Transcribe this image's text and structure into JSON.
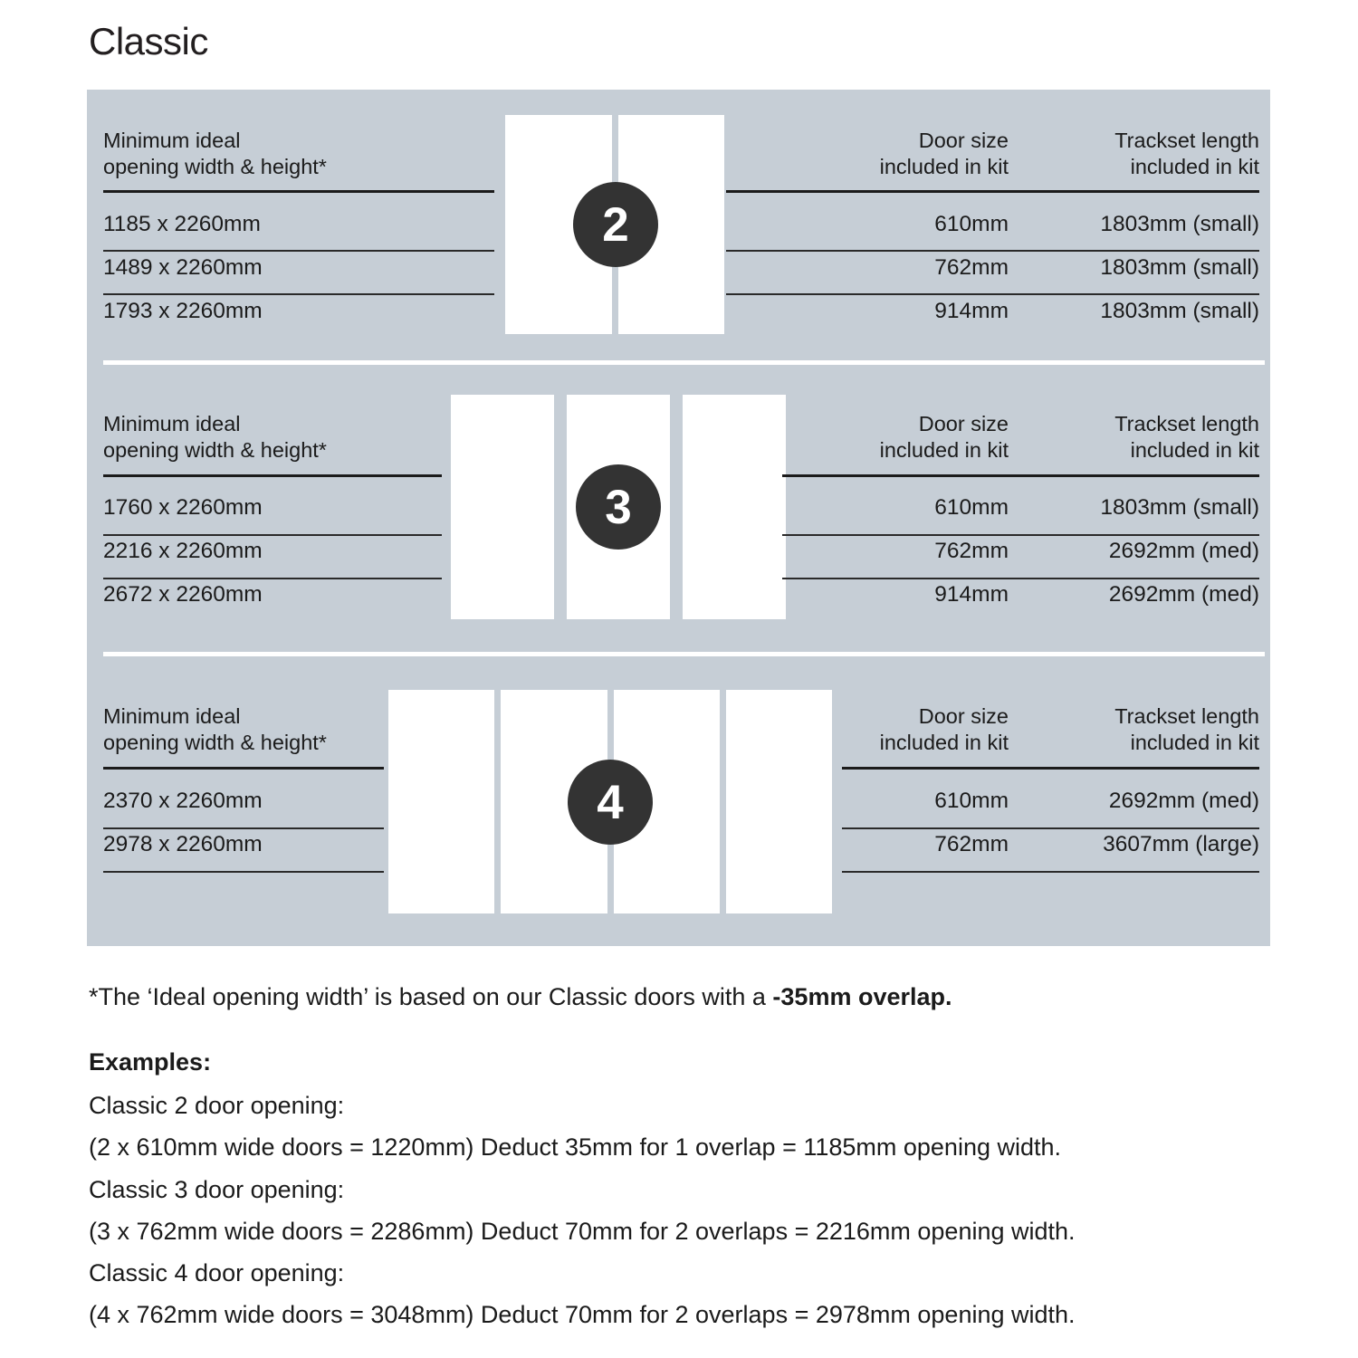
{
  "title": "Classic",
  "colors": {
    "panel_bg": "#c6ced6",
    "badge_bg": "#333333",
    "door_fill": "#ffffff",
    "rule": "#1b1b1b",
    "text": "#1b1b1b"
  },
  "columns": {
    "opening": "Minimum ideal\nopening width & height*",
    "door_size": "Door size\nincluded in kit",
    "trackset": "Trackset length\nincluded in kit"
  },
  "sections": [
    {
      "door_count": "2",
      "badge_label": "2",
      "headers": {
        "opening": "Minimum ideal\nopening width & height*",
        "door_size": "Door size\nincluded in kit",
        "trackset": "Trackset length\nincluded in kit"
      },
      "rows": [
        {
          "opening": "1185 x 2260mm",
          "door_size": "610mm",
          "trackset": "1803mm (small)"
        },
        {
          "opening": "1489 x 2260mm",
          "door_size": "762mm",
          "trackset": "1803mm (small)"
        },
        {
          "opening": "1793 x 2260mm",
          "door_size": "914mm",
          "trackset": "1803mm (small)"
        }
      ]
    },
    {
      "door_count": "3",
      "badge_label": "3",
      "headers": {
        "opening": "Minimum ideal\nopening width & height*",
        "door_size": "Door size\nincluded in kit",
        "trackset": "Trackset length\nincluded in kit"
      },
      "rows": [
        {
          "opening": "1760 x 2260mm",
          "door_size": "610mm",
          "trackset": "1803mm (small)"
        },
        {
          "opening": "2216 x 2260mm",
          "door_size": "762mm",
          "trackset": "2692mm (med)"
        },
        {
          "opening": "2672 x 2260mm",
          "door_size": "914mm",
          "trackset": "2692mm (med)"
        }
      ]
    },
    {
      "door_count": "4",
      "badge_label": "4",
      "headers": {
        "opening": "Minimum ideal\nopening width & height*",
        "door_size": "Door size\nincluded in kit",
        "trackset": "Trackset length\nincluded in kit"
      },
      "rows": [
        {
          "opening": "2370 x 2260mm",
          "door_size": "610mm",
          "trackset": "2692mm (med)"
        },
        {
          "opening": "2978 x 2260mm",
          "door_size": "762mm",
          "trackset": "3607mm (large)"
        }
      ]
    }
  ],
  "footnote": {
    "prefix": "*The ‘Ideal opening width’ is based on our Classic doors with a ",
    "emphasis": "-35mm overlap."
  },
  "examples": {
    "heading": "Examples:",
    "lines": [
      "Classic 2 door opening:",
      "(2 x 610mm wide doors = 1220mm)  Deduct 35mm for 1 overlap = 1185mm opening width.",
      "Classic 3 door opening:",
      "(3 x 762mm wide doors = 2286mm)  Deduct 70mm for 2 overlaps = 2216mm opening width.",
      "Classic 4 door opening:",
      "(4 x 762mm wide doors = 3048mm)  Deduct 70mm for 2 overlaps = 2978mm opening width."
    ]
  }
}
